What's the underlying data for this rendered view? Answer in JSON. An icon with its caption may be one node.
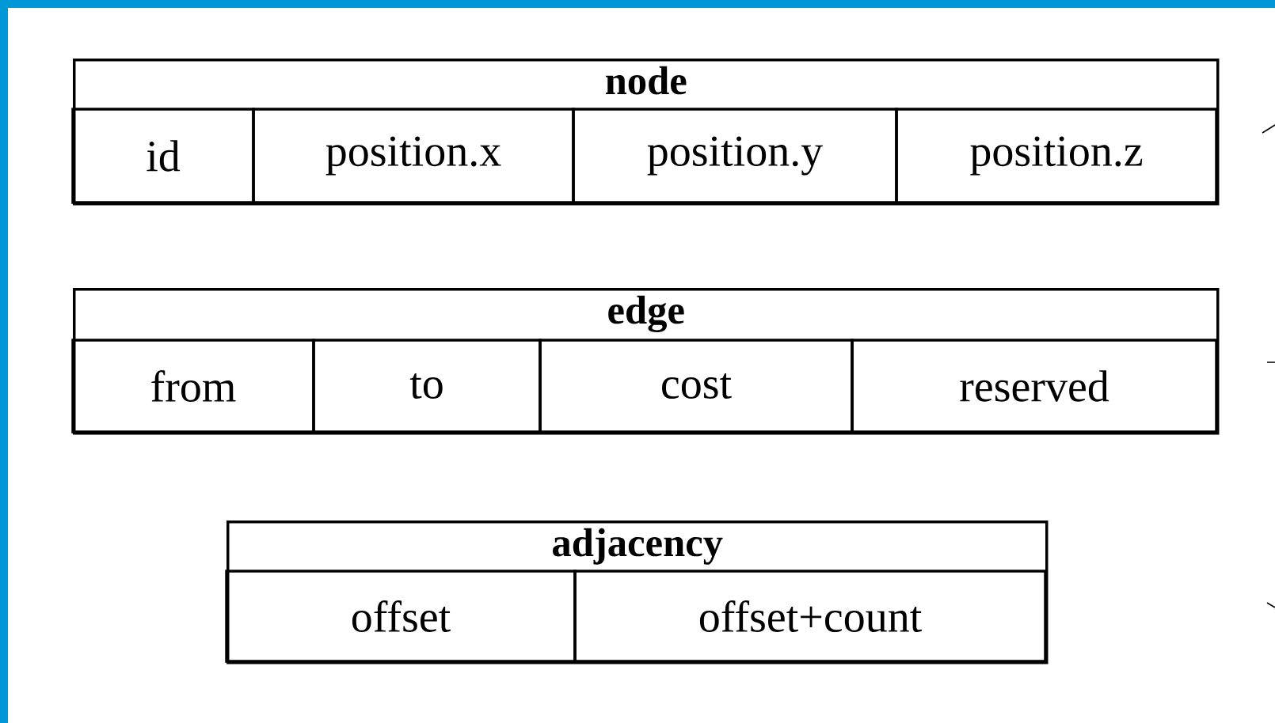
{
  "diagram": {
    "nodes": [
      {
        "text": [
          "node"
        ]
      },
      {
        "text": [
          "id"
        ],
        "in": 0
      },
      {
        "text": [
          "position.x"
        ],
        "in": 0
      },
      {
        "text": [
          "position.y"
        ],
        "in": 0
      },
      {
        "text": [
          "position.z"
        ],
        "in": 0
      },
      {
        "text": [
          "edge"
        ]
      },
      {
        "text": [
          "from"
        ],
        "in": 5
      },
      {
        "text": [
          "to"
        ],
        "in": 5
      },
      {
        "text": [
          "cost"
        ],
        "in": 5
      },
      {
        "text": [
          "reserved"
        ],
        "in": 5
      },
      {
        "text": [
          "adjacency"
        ]
      },
      {
        "text": [
          "offset"
        ],
        "in": 10
      },
      {
        "text": [
          "offset+count"
        ],
        "in": 10
      }
    ]
  }
}
